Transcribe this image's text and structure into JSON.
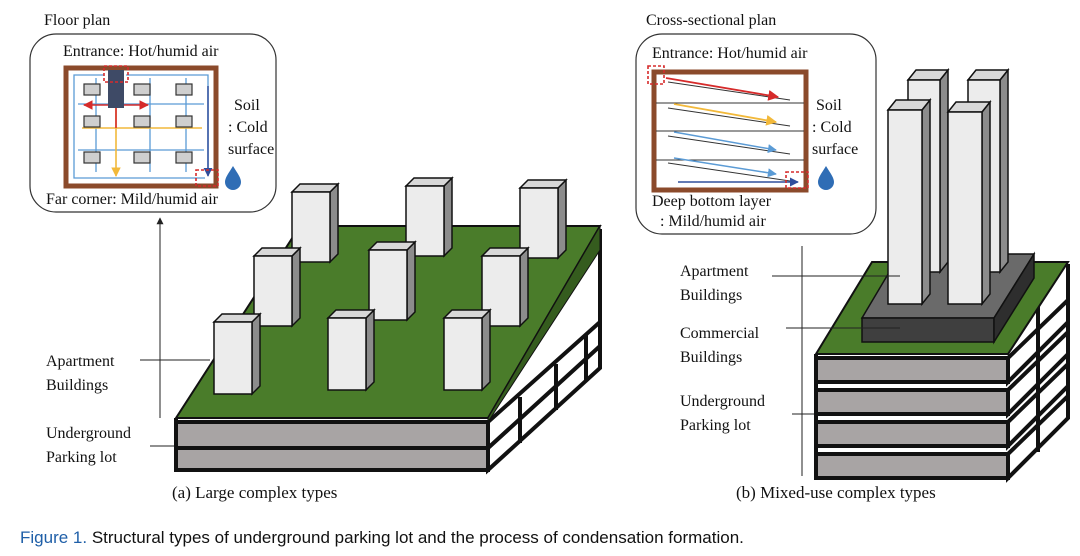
{
  "panel_a": {
    "inset_title": "Floor plan",
    "inset_top": "Entrance: Hot/humid air",
    "inset_bottom": "Far corner: Mild/humid air",
    "soil_line1": "Soil",
    "soil_line2": ": Cold",
    "soil_line3": "surface",
    "apartments_line1": "Apartment",
    "apartments_line2": "Buildings",
    "parking_line1": "Underground",
    "parking_line2": "Parking lot",
    "caption": "(a) Large complex types"
  },
  "panel_b": {
    "inset_title": "Cross-sectional plan",
    "inset_top": "Entrance: Hot/humid air",
    "inset_bottom1": "Deep bottom layer",
    "inset_bottom2": ": Mild/humid air",
    "soil_line1": "Soil",
    "soil_line2": ": Cold",
    "soil_line3": "surface",
    "apartments_line1": "Apartment",
    "apartments_line2": "Buildings",
    "commercial_line1": "Commercial",
    "commercial_line2": "Buildings",
    "parking_line1": "Underground",
    "parking_line2": "Parking lot",
    "caption": "(b) Mixed-use complex types"
  },
  "figure": {
    "label": "Figure 1.",
    "caption": " Structural types of underground parking lot and the process of condensation formation."
  },
  "colors": {
    "ground_green": "#4a7c2a",
    "soil_brown": "#8b4a2b",
    "slab_gray": "#a8a4a4",
    "building_face": "#ececec",
    "building_side": "#8c8c8c",
    "commercial_top": "#6a6a6a",
    "commercial_front": "#3f3f3f",
    "warm_arrow": "#f2b93b",
    "hot_arrow": "#d62b2b",
    "cool_arrow": "#5b9bd5",
    "deep_arrow": "#2f4e9c",
    "figure_label": "#1f5fa8"
  },
  "icons": [
    "water-drop-icon",
    "water-drop-icon",
    "leader-arrow-icon"
  ]
}
